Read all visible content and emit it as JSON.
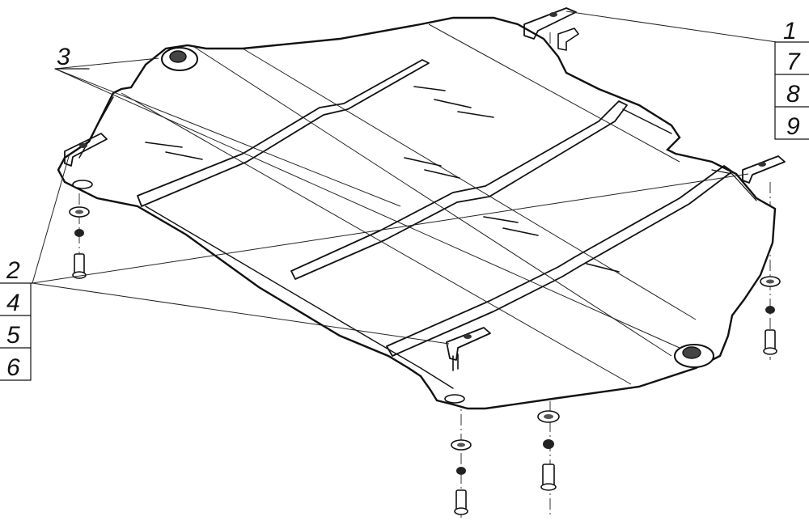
{
  "diagram": {
    "callouts": {
      "c1": "1",
      "c7": "7",
      "c8": "8",
      "c9": "9",
      "c3": "3",
      "c2": "2",
      "c4": "4",
      "c5": "5",
      "c6": "6"
    }
  }
}
